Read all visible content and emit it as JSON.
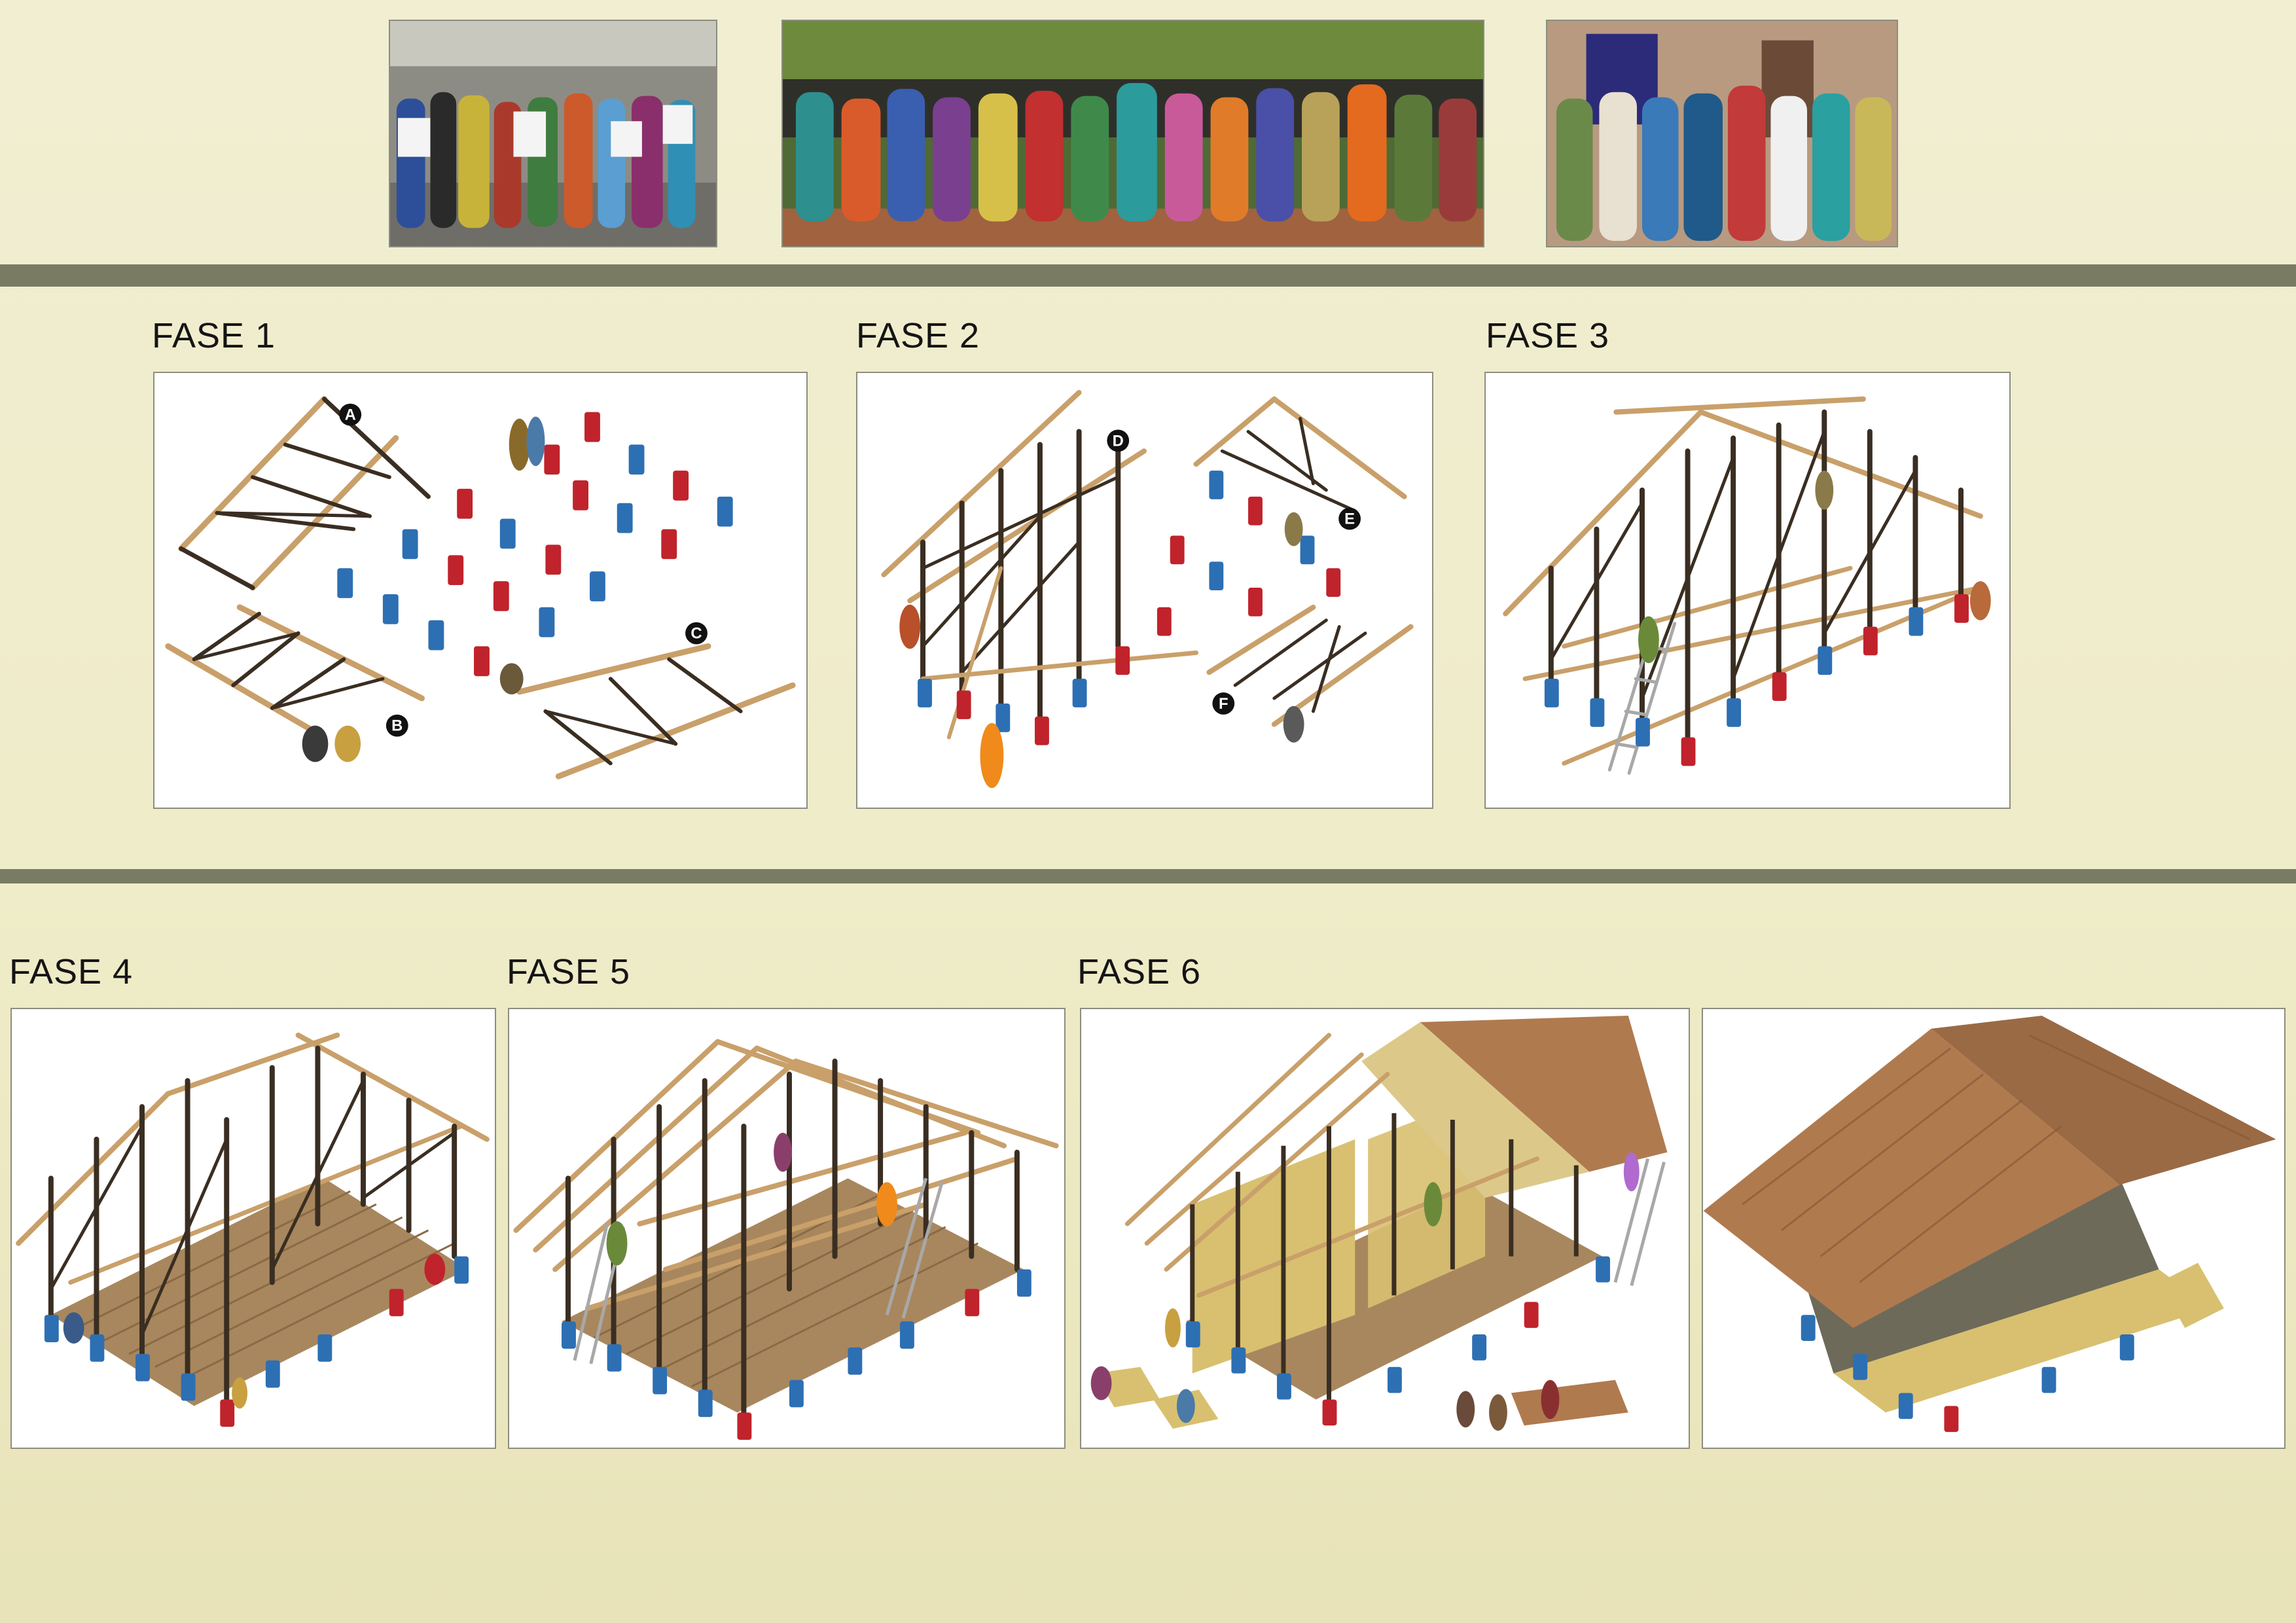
{
  "phases": [
    {
      "label": "FASE 1",
      "markers": [
        "A",
        "B",
        "C"
      ]
    },
    {
      "label": "FASE 2",
      "markers": [
        "D",
        "E",
        "F"
      ]
    },
    {
      "label": "FASE 3",
      "markers": []
    },
    {
      "label": "FASE 4",
      "markers": []
    },
    {
      "label": "FASE 5",
      "markers": []
    },
    {
      "label": "FASE 6",
      "markers": []
    }
  ],
  "colors": {
    "background": "#efecc9",
    "band": "#7a7b63",
    "bamboo": "#c9a06a",
    "bamboo_dark": "#3a2e22",
    "drum_red": "#c0232b",
    "drum_blue": "#2d6fb3",
    "floor": "#a8875e",
    "thatch": "#b07a4f"
  }
}
